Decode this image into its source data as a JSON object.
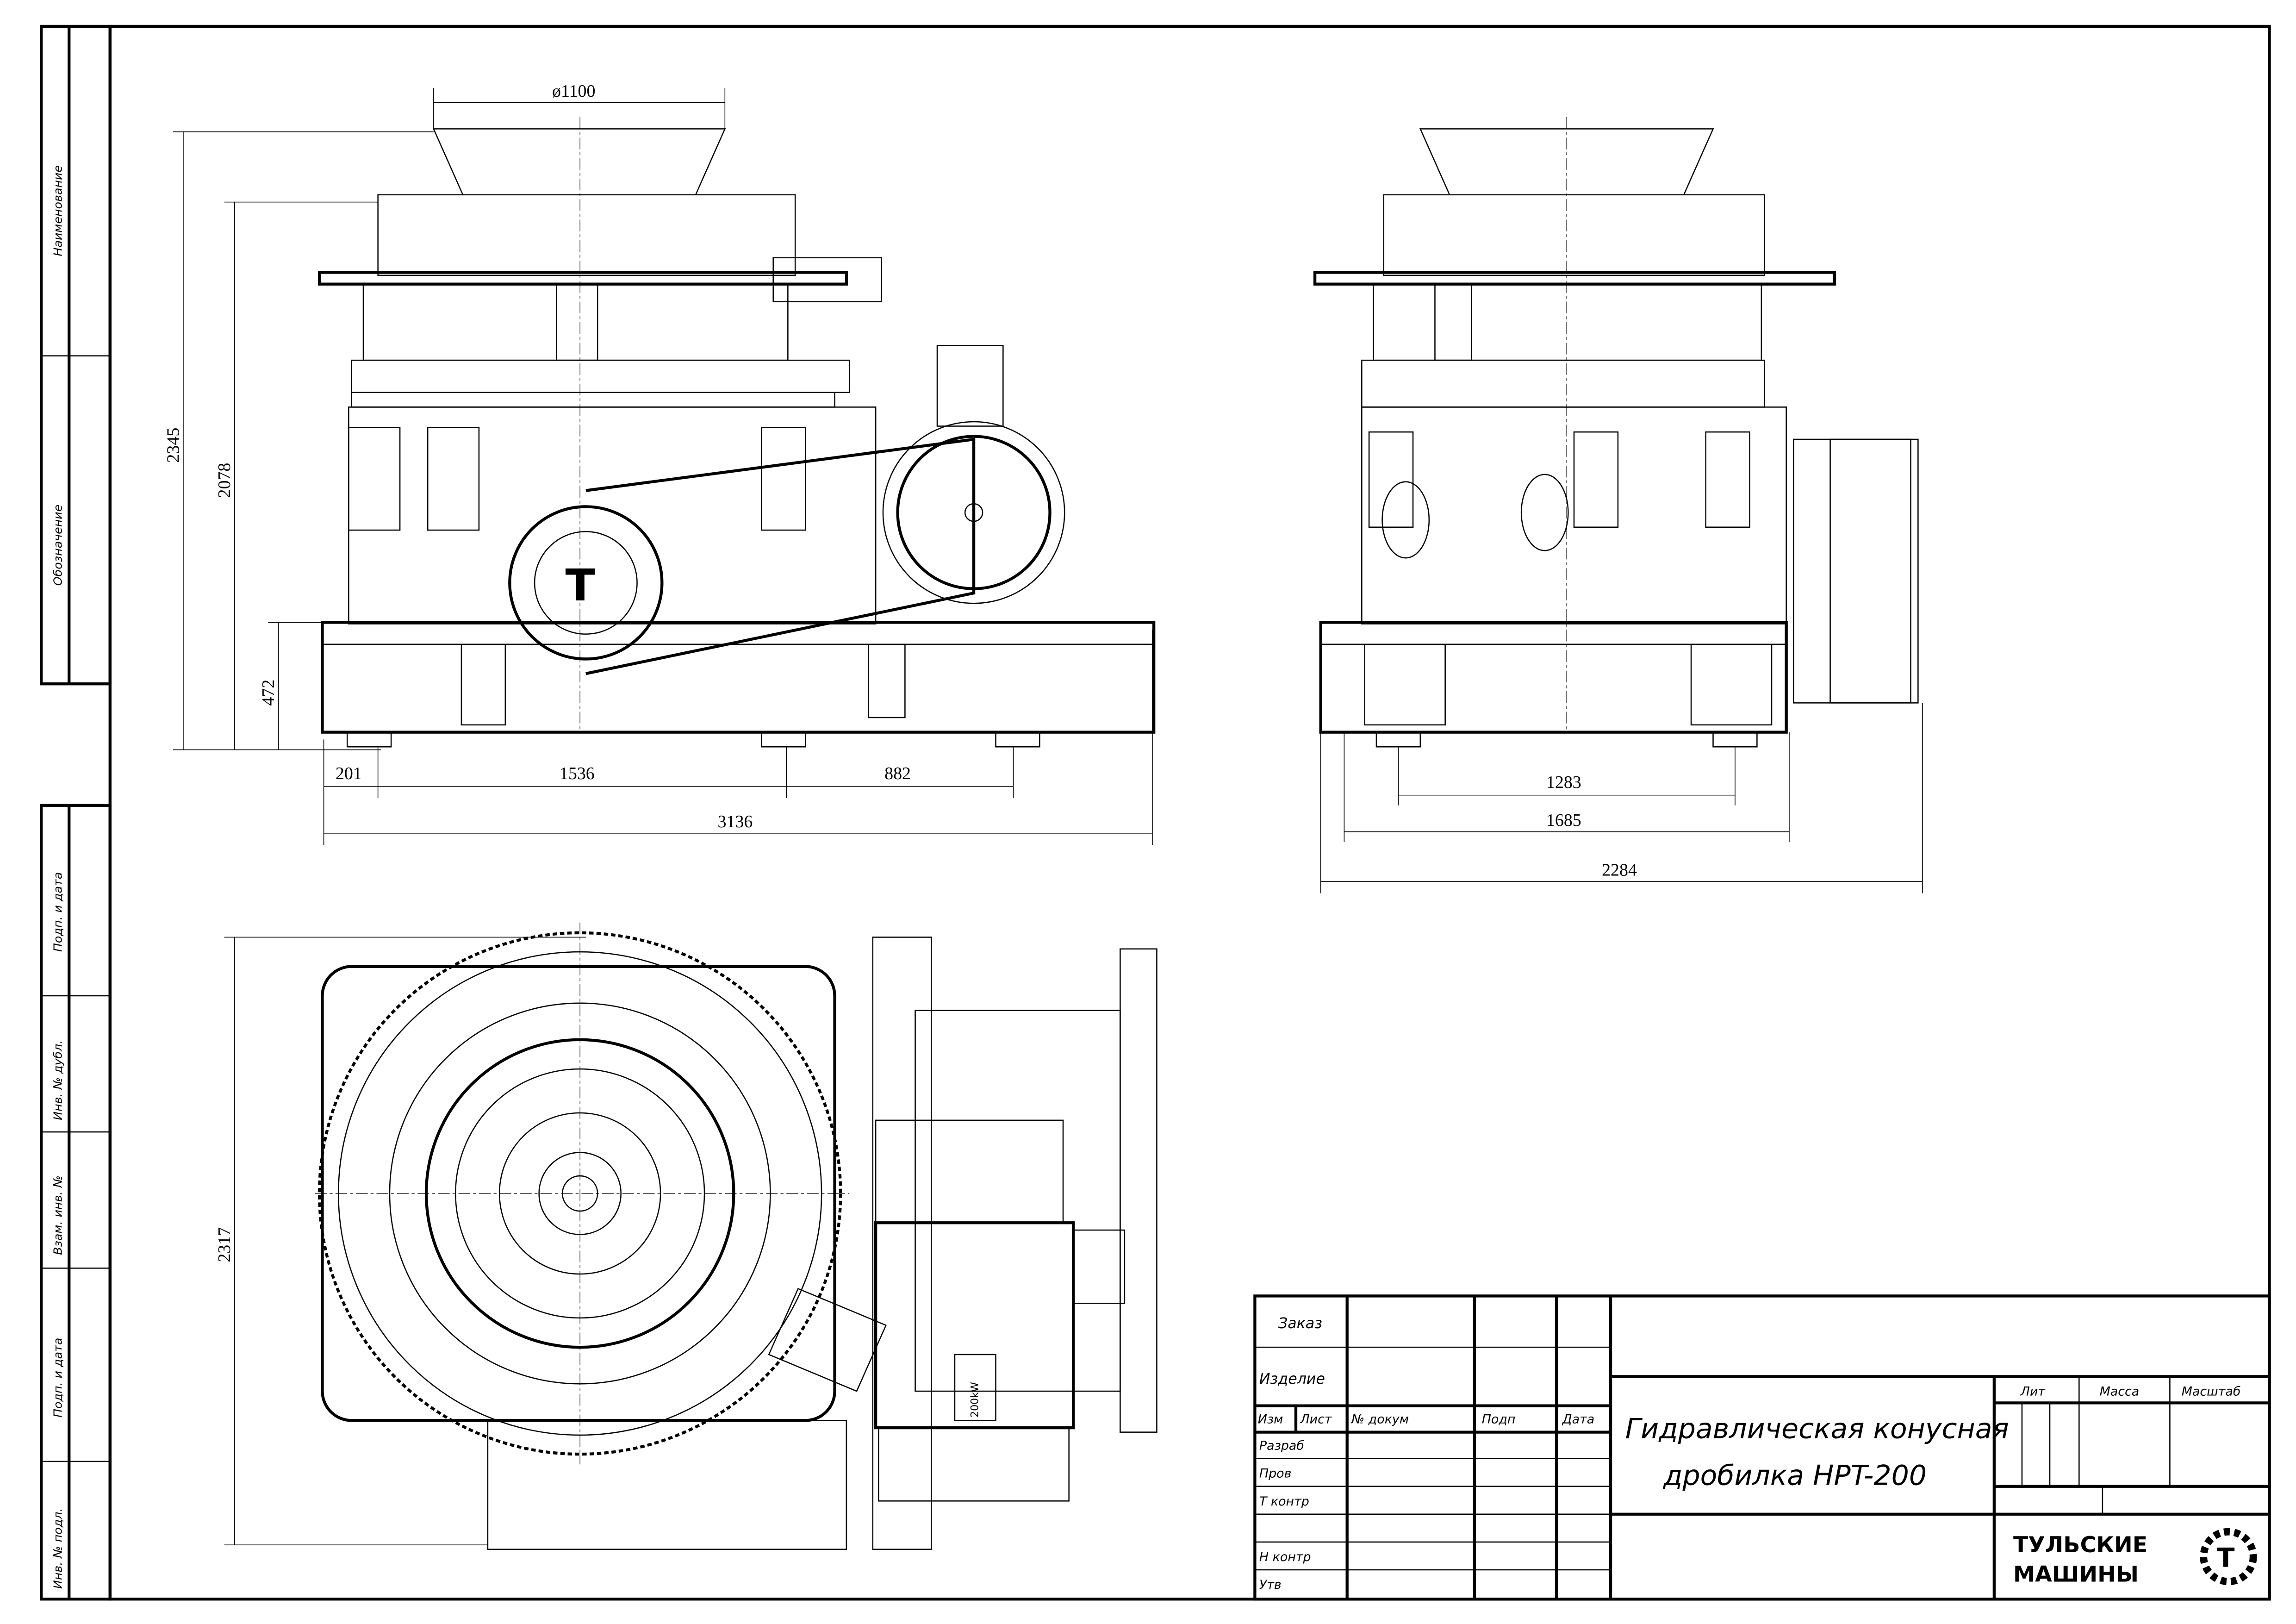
{
  "drawing": {
    "title_line1": "Гидравлическая конусная",
    "title_line2": "дробилка HPT-200",
    "company_line1": "ТУЛЬСКИЕ",
    "company_line2": "МАШИНЫ"
  },
  "side_strip": {
    "labels": [
      "Наименование",
      "Обозначение",
      "Подп. и дата",
      "Инв. № дубл.",
      "Взам. инв. №",
      "Подп. и дата",
      "Инв. № подл."
    ]
  },
  "title_block": {
    "order": "Заказ",
    "product": "Изделие",
    "header": [
      "Изм",
      "Лист",
      "№ докум",
      "Подп",
      "Дата"
    ],
    "roles": [
      "Разраб",
      "Пров",
      "Т контр",
      "Н контр",
      "Утв"
    ],
    "lit": "Лит",
    "mass": "Масса",
    "scale": "Масштаб"
  },
  "dimensions": {
    "front": {
      "diameter": "ø1100",
      "height_total": "2345",
      "height_2": "2078",
      "height_base": "472",
      "d1": "201",
      "d2": "1536",
      "d3": "882",
      "length": "3136"
    },
    "side": {
      "d1": "1283",
      "d2": "1685",
      "width": "2284"
    },
    "plan": {
      "depth": "2317"
    }
  },
  "motor_label": "200kW"
}
